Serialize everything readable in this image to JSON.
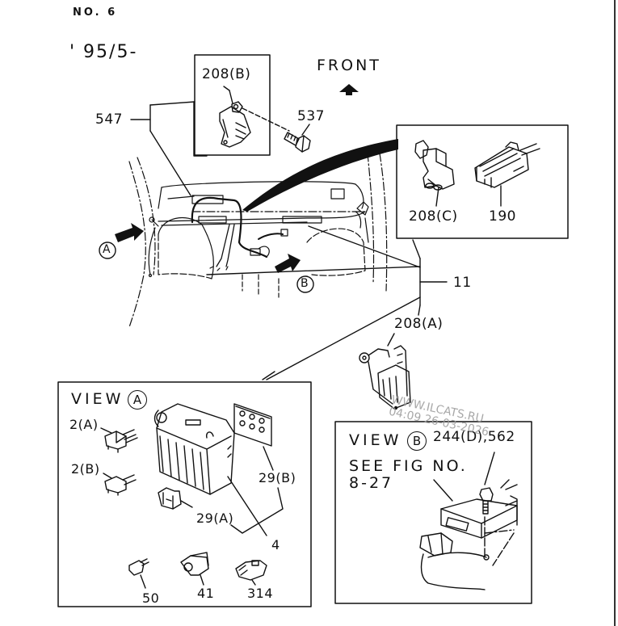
{
  "header": {
    "figure_number": "NO. 6",
    "date_range": "' 95/5-"
  },
  "orientation": {
    "label": "FRONT",
    "icon": "arrow-up-icon"
  },
  "callouts": {
    "p208b": "208(B)",
    "p537": "537",
    "p547": "547",
    "p208c": "208(C)",
    "p190": "190",
    "p11": "11",
    "p208a": "208(A)",
    "view_a_marker": "A",
    "view_b_marker": "B"
  },
  "view_a": {
    "title": "VIEW",
    "marker": "A",
    "parts": {
      "p2a": "2(A)",
      "p2b": "2(B)",
      "p29a": "29(A)",
      "p29b": "29(B)",
      "p4": "4",
      "p50": "50",
      "p41": "41",
      "p314": "314"
    }
  },
  "view_b": {
    "title": "VIEW",
    "marker": "B",
    "part_ref": "244(D),562",
    "see_fig_line1": "SEE FIG NO.",
    "see_fig_line2": "8-27"
  },
  "watermark": {
    "line1": "WWW.ILCATS.RU",
    "line2": "04:09 26-03-2026"
  }
}
